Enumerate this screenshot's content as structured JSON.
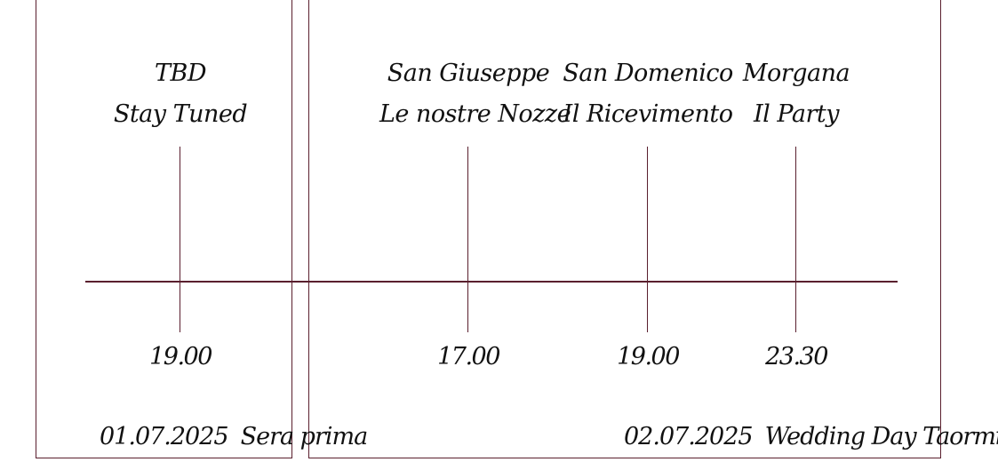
{
  "day1": {
    "date": "01.07.2025",
    "label": "Sera prima",
    "events": [
      {
        "place": "TBD",
        "desc": "Stay Tuned",
        "time": "19.00"
      }
    ]
  },
  "day2": {
    "date": "02.07.2025",
    "label": "Wedding Day Taormina",
    "events": [
      {
        "place": "San Giuseppe",
        "desc": "Le nostre Nozze",
        "time": "17.00"
      },
      {
        "place": "San Domenico",
        "desc": "Il Ricevimento",
        "time": "19.00"
      },
      {
        "place": "Morgana",
        "desc": "Il Party",
        "time": "23.30"
      }
    ]
  },
  "colors": {
    "accent": "#5a1f2e",
    "text": "#111111"
  }
}
